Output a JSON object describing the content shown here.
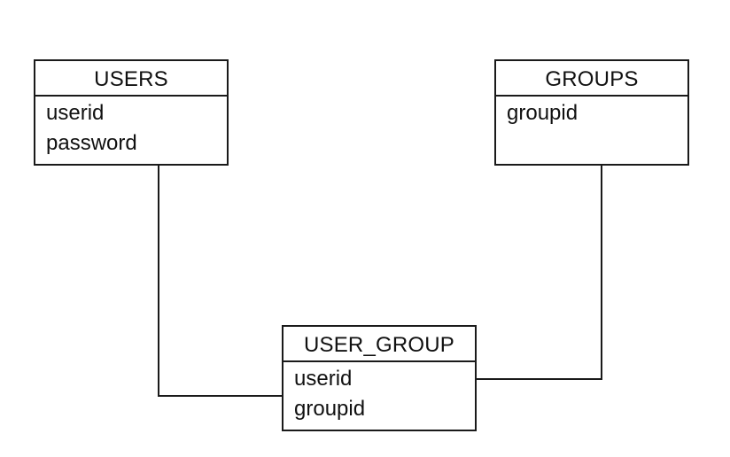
{
  "entities": {
    "users": {
      "name": "USERS",
      "fields": [
        "userid",
        "password"
      ]
    },
    "groups": {
      "name": "GROUPS",
      "fields": [
        "groupid"
      ]
    },
    "user_group": {
      "name": "USER_GROUP",
      "fields": [
        "userid",
        "groupid"
      ]
    }
  },
  "relationships": [
    {
      "from": "users",
      "to": "user_group"
    },
    {
      "from": "groups",
      "to": "user_group"
    }
  ],
  "colors": {
    "line": "#1a1a1a",
    "background": "#ffffff",
    "text": "#111111"
  }
}
